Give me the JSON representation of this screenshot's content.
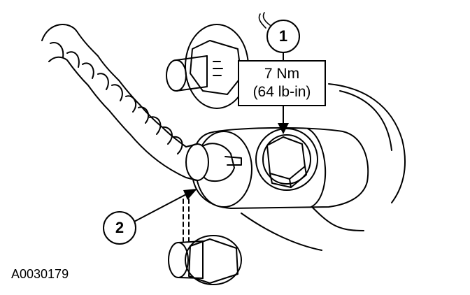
{
  "callouts": [
    {
      "number": "1"
    },
    {
      "number": "2"
    }
  ],
  "torque_spec": {
    "metric": "7 Nm",
    "imperial": "(64 lb-in)"
  },
  "figure_id": "A0030179",
  "colors": {
    "ink": "#000000",
    "paper": "#ffffff"
  }
}
